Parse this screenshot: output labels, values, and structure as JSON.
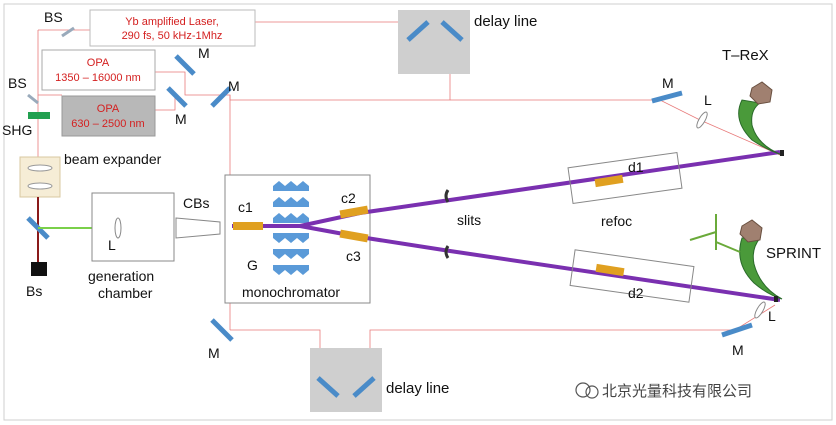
{
  "labels": {
    "bs_top": "BS",
    "bs_left": "BS",
    "shg": "SHG",
    "beam_expander": "beam expander",
    "bs_bottom": "Bs",
    "l_gen": "L",
    "generation": "generation",
    "chamber": "chamber",
    "cbs": "CBs",
    "c1": "c1",
    "c2": "c2",
    "c3": "c3",
    "g": "G",
    "monochromator": "monochromator",
    "slits": "slits",
    "d1": "d1",
    "refoc": "refoc",
    "d2": "d2",
    "m1": "M",
    "m2": "M",
    "m3": "M",
    "m4": "M",
    "m5": "M",
    "m6": "M",
    "delay_top": "delay line",
    "delay_bottom": "delay line",
    "trex": "T–ReX",
    "sprint": "SPRINT",
    "l_trex": "L",
    "l_sprint": "L"
  },
  "laser": {
    "line1": "Yb amplified Laser,",
    "line2": "290 fs, 50 kHz-1Mhz"
  },
  "opa1": {
    "line1": "OPA",
    "line2": "1350 – 16000 nm"
  },
  "opa2": {
    "line1": "OPA",
    "line2": "630 – 2500 nm"
  },
  "watermark": "北京光量科技有限公司",
  "colors": {
    "vuv_beam": "#7a30b0",
    "green_beam": "#7ad04a",
    "mirror": "#4a8bc8",
    "crystal": "#e0a020",
    "red_text": "#d42020"
  }
}
